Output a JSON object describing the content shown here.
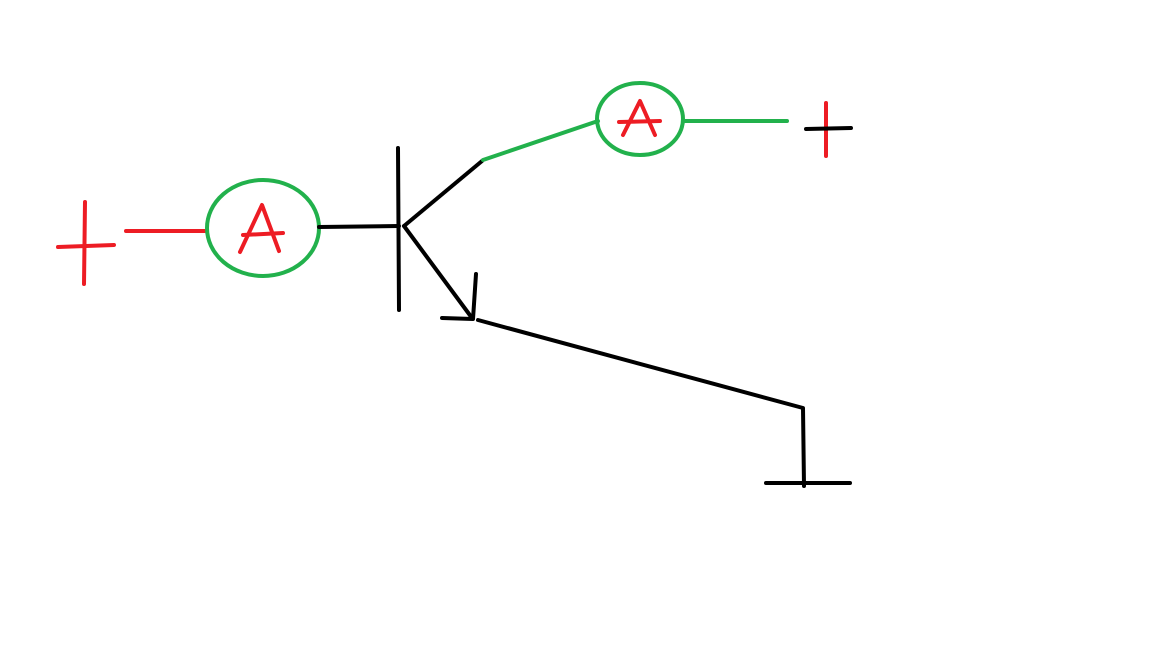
{
  "diagram": {
    "colors": {
      "wire_black": "#000000",
      "wire_red": "#ed1c24",
      "wire_green": "#22b14c",
      "meter_letter": "#ed1c24",
      "background": "#ffffff"
    },
    "components": {
      "base_supply_terminal": {
        "symbol": "plus",
        "color": "red"
      },
      "collector_supply_terminal": {
        "symbol": "plus",
        "color": "mixed"
      },
      "base_ammeter": {
        "letter": "A",
        "symbol": "ammeter"
      },
      "collector_ammeter": {
        "letter": "A",
        "symbol": "ammeter"
      },
      "transistor": {
        "symbol": "npn-transistor"
      },
      "ground": {
        "symbol": "ground"
      }
    }
  }
}
